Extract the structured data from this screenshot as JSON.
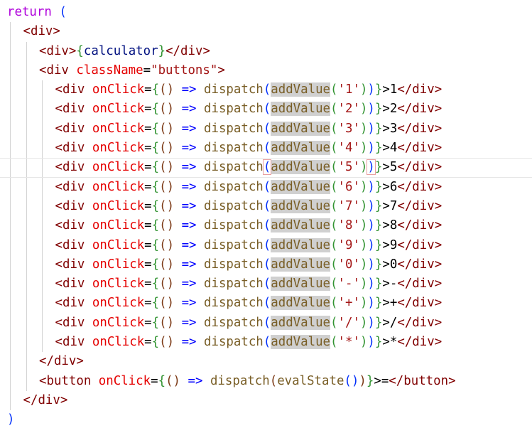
{
  "code_lines": [
    {
      "indent": 0,
      "tokens": [
        [
          "return",
          "kw"
        ],
        [
          " ",
          "txt"
        ],
        [
          "(",
          "p1"
        ]
      ]
    },
    {
      "indent": 1,
      "tokens": [
        [
          "<",
          "tag"
        ],
        [
          "div",
          "tag"
        ],
        [
          ">",
          "tag"
        ]
      ]
    },
    {
      "indent": 2,
      "tokens": [
        [
          "<",
          "tag"
        ],
        [
          "div",
          "tag"
        ],
        [
          ">",
          "tag"
        ],
        [
          "{",
          "p2"
        ],
        [
          "calculator",
          "var"
        ],
        [
          "}",
          "p2"
        ],
        [
          "</",
          "tag"
        ],
        [
          "div",
          "tag"
        ],
        [
          ">",
          "tag"
        ]
      ]
    },
    {
      "indent": 2,
      "tokens": [
        [
          "<",
          "tag"
        ],
        [
          "div",
          "tag"
        ],
        [
          " ",
          "txt"
        ],
        [
          "className",
          "attr"
        ],
        [
          "=",
          "txt"
        ],
        [
          "\"buttons\"",
          "str"
        ],
        [
          ">",
          "tag"
        ]
      ]
    },
    {
      "indent": 3,
      "tokens": [
        [
          "<div",
          "tag"
        ],
        [
          " ",
          "txt"
        ],
        [
          "onClick",
          "attr"
        ],
        [
          "=",
          "txt"
        ],
        [
          "{",
          "p2"
        ],
        [
          "()",
          "p3"
        ],
        [
          " ",
          "txt"
        ],
        [
          "=>",
          "op"
        ],
        [
          " ",
          "txt"
        ],
        [
          "dispatch",
          "fn"
        ],
        [
          "(",
          "p1"
        ],
        [
          "addValue",
          "fn-hl"
        ],
        [
          "(",
          "p2"
        ],
        [
          "'1'",
          "str"
        ],
        [
          ")",
          "p2"
        ],
        [
          ")",
          "p1"
        ],
        [
          "}",
          "p2"
        ],
        [
          ">1",
          "txt"
        ],
        [
          "</div>",
          "tag"
        ]
      ]
    },
    {
      "indent": 3,
      "tokens": [
        [
          "<div",
          "tag"
        ],
        [
          " ",
          "txt"
        ],
        [
          "onClick",
          "attr"
        ],
        [
          "=",
          "txt"
        ],
        [
          "{",
          "p2"
        ],
        [
          "()",
          "p3"
        ],
        [
          " ",
          "txt"
        ],
        [
          "=>",
          "op"
        ],
        [
          " ",
          "txt"
        ],
        [
          "dispatch",
          "fn"
        ],
        [
          "(",
          "p1"
        ],
        [
          "addValue",
          "fn-hl"
        ],
        [
          "(",
          "p2"
        ],
        [
          "'2'",
          "str"
        ],
        [
          ")",
          "p2"
        ],
        [
          ")",
          "p1"
        ],
        [
          "}",
          "p2"
        ],
        [
          ">2",
          "txt"
        ],
        [
          "</div>",
          "tag"
        ]
      ]
    },
    {
      "indent": 3,
      "tokens": [
        [
          "<div",
          "tag"
        ],
        [
          " ",
          "txt"
        ],
        [
          "onClick",
          "attr"
        ],
        [
          "=",
          "txt"
        ],
        [
          "{",
          "p2"
        ],
        [
          "()",
          "p3"
        ],
        [
          " ",
          "txt"
        ],
        [
          "=>",
          "op"
        ],
        [
          " ",
          "txt"
        ],
        [
          "dispatch",
          "fn"
        ],
        [
          "(",
          "p1"
        ],
        [
          "addValue",
          "fn-hl"
        ],
        [
          "(",
          "p2"
        ],
        [
          "'3'",
          "str"
        ],
        [
          ")",
          "p2"
        ],
        [
          ")",
          "p1"
        ],
        [
          "}",
          "p2"
        ],
        [
          ">3",
          "txt"
        ],
        [
          "</div>",
          "tag"
        ]
      ]
    },
    {
      "indent": 3,
      "tokens": [
        [
          "<div",
          "tag"
        ],
        [
          " ",
          "txt"
        ],
        [
          "onClick",
          "attr"
        ],
        [
          "=",
          "txt"
        ],
        [
          "{",
          "p2"
        ],
        [
          "()",
          "p3"
        ],
        [
          " ",
          "txt"
        ],
        [
          "=>",
          "op"
        ],
        [
          " ",
          "txt"
        ],
        [
          "dispatch",
          "fn"
        ],
        [
          "(",
          "p1"
        ],
        [
          "addValue",
          "fn-hl"
        ],
        [
          "(",
          "p2"
        ],
        [
          "'4'",
          "str"
        ],
        [
          ")",
          "p2"
        ],
        [
          ")",
          "p1"
        ],
        [
          "}",
          "p2"
        ],
        [
          ">4",
          "txt"
        ],
        [
          "</div>",
          "tag"
        ]
      ]
    },
    {
      "indent": 3,
      "current": true,
      "tokens": [
        [
          "<div",
          "tag"
        ],
        [
          " ",
          "txt"
        ],
        [
          "onClick",
          "attr"
        ],
        [
          "=",
          "txt"
        ],
        [
          "{",
          "p2"
        ],
        [
          "()",
          "p3"
        ],
        [
          " ",
          "txt"
        ],
        [
          "=>",
          "op"
        ],
        [
          " ",
          "txt"
        ],
        [
          "dispatch",
          "fn"
        ],
        [
          "(",
          "p1-bm"
        ],
        [
          "addValue",
          "fn-hl"
        ],
        [
          "(",
          "p2"
        ],
        [
          "'5'",
          "str"
        ],
        [
          ")",
          "p2"
        ],
        [
          ")",
          "p1-bm"
        ],
        [
          "}",
          "p2"
        ],
        [
          ">5",
          "txt"
        ],
        [
          "</div>",
          "tag"
        ]
      ]
    },
    {
      "indent": 3,
      "tokens": [
        [
          "<div",
          "tag"
        ],
        [
          " ",
          "txt"
        ],
        [
          "onClick",
          "attr"
        ],
        [
          "=",
          "txt"
        ],
        [
          "{",
          "p2"
        ],
        [
          "()",
          "p3"
        ],
        [
          " ",
          "txt"
        ],
        [
          "=>",
          "op"
        ],
        [
          " ",
          "txt"
        ],
        [
          "dispatch",
          "fn"
        ],
        [
          "(",
          "p1"
        ],
        [
          "addValue",
          "fn-hl"
        ],
        [
          "(",
          "p2"
        ],
        [
          "'6'",
          "str"
        ],
        [
          ")",
          "p2"
        ],
        [
          ")",
          "p1"
        ],
        [
          "}",
          "p2"
        ],
        [
          ">6",
          "txt"
        ],
        [
          "</div>",
          "tag"
        ]
      ]
    },
    {
      "indent": 3,
      "tokens": [
        [
          "<div",
          "tag"
        ],
        [
          " ",
          "txt"
        ],
        [
          "onClick",
          "attr"
        ],
        [
          "=",
          "txt"
        ],
        [
          "{",
          "p2"
        ],
        [
          "()",
          "p3"
        ],
        [
          " ",
          "txt"
        ],
        [
          "=>",
          "op"
        ],
        [
          " ",
          "txt"
        ],
        [
          "dispatch",
          "fn"
        ],
        [
          "(",
          "p1"
        ],
        [
          "addValue",
          "fn-hl"
        ],
        [
          "(",
          "p2"
        ],
        [
          "'7'",
          "str"
        ],
        [
          ")",
          "p2"
        ],
        [
          ")",
          "p1"
        ],
        [
          "}",
          "p2"
        ],
        [
          ">7",
          "txt"
        ],
        [
          "</div>",
          "tag"
        ]
      ]
    },
    {
      "indent": 3,
      "tokens": [
        [
          "<div",
          "tag"
        ],
        [
          " ",
          "txt"
        ],
        [
          "onClick",
          "attr"
        ],
        [
          "=",
          "txt"
        ],
        [
          "{",
          "p2"
        ],
        [
          "()",
          "p3"
        ],
        [
          " ",
          "txt"
        ],
        [
          "=>",
          "op"
        ],
        [
          " ",
          "txt"
        ],
        [
          "dispatch",
          "fn"
        ],
        [
          "(",
          "p1"
        ],
        [
          "addValue",
          "fn-hl"
        ],
        [
          "(",
          "p2"
        ],
        [
          "'8'",
          "str"
        ],
        [
          ")",
          "p2"
        ],
        [
          ")",
          "p1"
        ],
        [
          "}",
          "p2"
        ],
        [
          ">8",
          "txt"
        ],
        [
          "</div>",
          "tag"
        ]
      ]
    },
    {
      "indent": 3,
      "tokens": [
        [
          "<div",
          "tag"
        ],
        [
          " ",
          "txt"
        ],
        [
          "onClick",
          "attr"
        ],
        [
          "=",
          "txt"
        ],
        [
          "{",
          "p2"
        ],
        [
          "()",
          "p3"
        ],
        [
          " ",
          "txt"
        ],
        [
          "=>",
          "op"
        ],
        [
          " ",
          "txt"
        ],
        [
          "dispatch",
          "fn"
        ],
        [
          "(",
          "p1"
        ],
        [
          "addValue",
          "fn-hl"
        ],
        [
          "(",
          "p2"
        ],
        [
          "'9'",
          "str"
        ],
        [
          ")",
          "p2"
        ],
        [
          ")",
          "p1"
        ],
        [
          "}",
          "p2"
        ],
        [
          ">9",
          "txt"
        ],
        [
          "</div>",
          "tag"
        ]
      ]
    },
    {
      "indent": 3,
      "tokens": [
        [
          "<div",
          "tag"
        ],
        [
          " ",
          "txt"
        ],
        [
          "onClick",
          "attr"
        ],
        [
          "=",
          "txt"
        ],
        [
          "{",
          "p2"
        ],
        [
          "()",
          "p3"
        ],
        [
          " ",
          "txt"
        ],
        [
          "=>",
          "op"
        ],
        [
          " ",
          "txt"
        ],
        [
          "dispatch",
          "fn"
        ],
        [
          "(",
          "p1"
        ],
        [
          "addValue",
          "fn-hl"
        ],
        [
          "(",
          "p2"
        ],
        [
          "'0'",
          "str"
        ],
        [
          ")",
          "p2"
        ],
        [
          ")",
          "p1"
        ],
        [
          "}",
          "p2"
        ],
        [
          ">0",
          "txt"
        ],
        [
          "</div>",
          "tag"
        ]
      ]
    },
    {
      "indent": 3,
      "tokens": [
        [
          "<div",
          "tag"
        ],
        [
          " ",
          "txt"
        ],
        [
          "onClick",
          "attr"
        ],
        [
          "=",
          "txt"
        ],
        [
          "{",
          "p2"
        ],
        [
          "()",
          "p3"
        ],
        [
          " ",
          "txt"
        ],
        [
          "=>",
          "op"
        ],
        [
          " ",
          "txt"
        ],
        [
          "dispatch",
          "fn"
        ],
        [
          "(",
          "p1"
        ],
        [
          "addValue",
          "fn-hl"
        ],
        [
          "(",
          "p2"
        ],
        [
          "'-'",
          "str"
        ],
        [
          ")",
          "p2"
        ],
        [
          ")",
          "p1"
        ],
        [
          "}",
          "p2"
        ],
        [
          ">-",
          "txt"
        ],
        [
          "</div>",
          "tag"
        ]
      ]
    },
    {
      "indent": 3,
      "tokens": [
        [
          "<div",
          "tag"
        ],
        [
          " ",
          "txt"
        ],
        [
          "onClick",
          "attr"
        ],
        [
          "=",
          "txt"
        ],
        [
          "{",
          "p2"
        ],
        [
          "()",
          "p3"
        ],
        [
          " ",
          "txt"
        ],
        [
          "=>",
          "op"
        ],
        [
          " ",
          "txt"
        ],
        [
          "dispatch",
          "fn"
        ],
        [
          "(",
          "p1"
        ],
        [
          "addValue",
          "fn-hl"
        ],
        [
          "(",
          "p2"
        ],
        [
          "'+'",
          "str"
        ],
        [
          ")",
          "p2"
        ],
        [
          ")",
          "p1"
        ],
        [
          "}",
          "p2"
        ],
        [
          ">+",
          "txt"
        ],
        [
          "</div>",
          "tag"
        ]
      ]
    },
    {
      "indent": 3,
      "tokens": [
        [
          "<div",
          "tag"
        ],
        [
          " ",
          "txt"
        ],
        [
          "onClick",
          "attr"
        ],
        [
          "=",
          "txt"
        ],
        [
          "{",
          "p2"
        ],
        [
          "()",
          "p3"
        ],
        [
          " ",
          "txt"
        ],
        [
          "=>",
          "op"
        ],
        [
          " ",
          "txt"
        ],
        [
          "dispatch",
          "fn"
        ],
        [
          "(",
          "p1"
        ],
        [
          "addValue",
          "fn-hl"
        ],
        [
          "(",
          "p2"
        ],
        [
          "'/'",
          "str"
        ],
        [
          ")",
          "p2"
        ],
        [
          ")",
          "p1"
        ],
        [
          "}",
          "p2"
        ],
        [
          ">/",
          "txt"
        ],
        [
          "</div>",
          "tag"
        ]
      ]
    },
    {
      "indent": 3,
      "tokens": [
        [
          "<div",
          "tag"
        ],
        [
          " ",
          "txt"
        ],
        [
          "onClick",
          "attr"
        ],
        [
          "=",
          "txt"
        ],
        [
          "{",
          "p2"
        ],
        [
          "()",
          "p3"
        ],
        [
          " ",
          "txt"
        ],
        [
          "=>",
          "op"
        ],
        [
          " ",
          "txt"
        ],
        [
          "dispatch",
          "fn"
        ],
        [
          "(",
          "p1"
        ],
        [
          "addValue",
          "fn-hl"
        ],
        [
          "(",
          "p2"
        ],
        [
          "'*'",
          "str"
        ],
        [
          ")",
          "p2"
        ],
        [
          ")",
          "p1"
        ],
        [
          "}",
          "p2"
        ],
        [
          ">*",
          "txt"
        ],
        [
          "</div>",
          "tag"
        ]
      ]
    },
    {
      "indent": 2,
      "tokens": [
        [
          "</",
          "tag"
        ],
        [
          "div",
          "tag"
        ],
        [
          ">",
          "tag"
        ]
      ]
    },
    {
      "indent": 2,
      "tokens": [
        [
          "<",
          "tag"
        ],
        [
          "button",
          "tag"
        ],
        [
          " ",
          "txt"
        ],
        [
          "onClick",
          "attr"
        ],
        [
          "=",
          "txt"
        ],
        [
          "{",
          "p2"
        ],
        [
          "()",
          "p3"
        ],
        [
          " ",
          "txt"
        ],
        [
          "=>",
          "op"
        ],
        [
          " ",
          "txt"
        ],
        [
          "dispatch",
          "fn"
        ],
        [
          "(",
          "p3"
        ],
        [
          "evalState",
          "fn"
        ],
        [
          "()",
          "p1"
        ],
        [
          ")",
          "p3"
        ],
        [
          "}",
          "p2"
        ],
        [
          ">=",
          "txt"
        ],
        [
          "</",
          "tag"
        ],
        [
          "button",
          "tag"
        ],
        [
          ">",
          "tag"
        ]
      ]
    },
    {
      "indent": 1,
      "tokens": [
        [
          "</",
          "tag"
        ],
        [
          "div",
          "tag"
        ],
        [
          ">",
          "tag"
        ]
      ]
    },
    {
      "indent": 0,
      "tokens": [
        [
          ")",
          "p1"
        ]
      ]
    }
  ],
  "colors": {
    "keyword": "#af00db",
    "tag": "#800000",
    "attribute": "#e50000",
    "string": "#a31515",
    "function": "#795e26",
    "variable": "#001080",
    "operator": "#0000ff",
    "highlight": "#d0d0d0"
  }
}
